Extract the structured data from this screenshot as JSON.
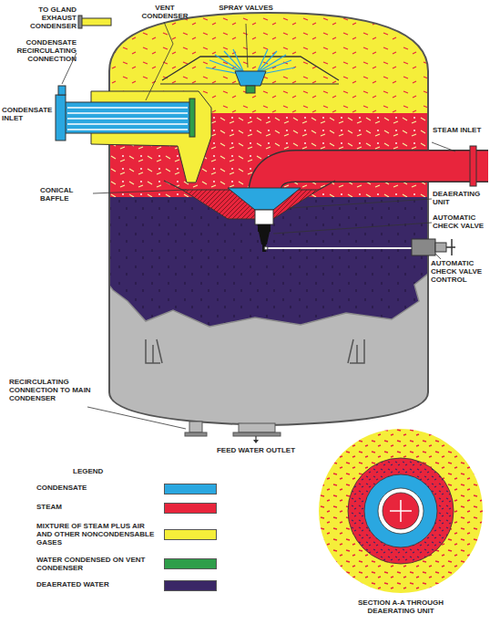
{
  "diagram": {
    "labels": [
      "TO GLAND EXHAUST CONDENSER",
      "VENT CONDENSER",
      "SPRAY VALVES",
      "CONDENSATE RECIRCULATING CONNECTION",
      "CONDENSATE INLET",
      "STEAM INLET",
      "CONICAL BAFFLE",
      "DEAERATING UNIT",
      "AUTOMATIC CHECK VALVE",
      "AUTOMATIC CHECK VALVE CONTROL",
      "RECIRCULATING CONNECTION TO MAIN CONDENSER",
      "FEED WATER OUTLET",
      "LEGEND",
      "SECTION A-A THROUGH DEAERATING UNIT"
    ],
    "legend": [
      {
        "text": "CONDENSATE",
        "color": "#2aa7e0"
      },
      {
        "text": "STEAM",
        "color": "#e8253c"
      },
      {
        "text": "MIXTURE OF STEAM PLUS AIR AND OTHER NONCONDENSABLE GASES",
        "color": "#f5ee3a"
      },
      {
        "text": "WATER CONDENSED ON VENT CONDENSER",
        "color": "#2e9e4a"
      },
      {
        "text": "DEAERATED WATER",
        "color": "#3a2766"
      }
    ]
  }
}
